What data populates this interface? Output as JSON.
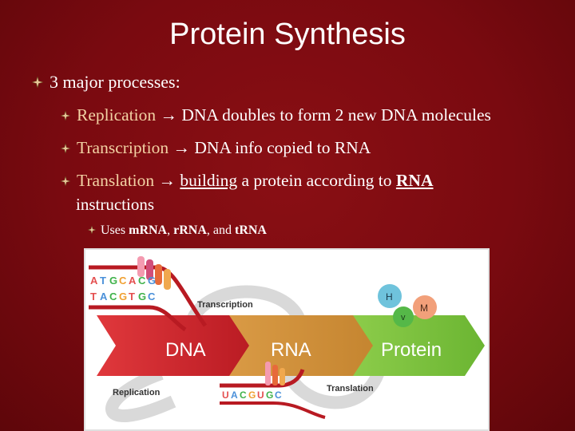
{
  "title": "Protein Synthesis",
  "main_bullet": "3 major processes:",
  "sub_bullets": [
    {
      "term": "Replication",
      "arrow": "→",
      "desc": "DNA doubles to form 2 new DNA molecules"
    },
    {
      "term": "Transcription",
      "arrow": "→",
      "desc": "DNA info copied to RNA"
    },
    {
      "term": "Translation",
      "arrow": "→",
      "desc_underlined": "building",
      "desc_mid": " a protein according to ",
      "desc_bold": "RNA",
      "desc_cont": "instructions"
    }
  ],
  "tertiary": {
    "prefix": "Uses ",
    "items": [
      "mRNA",
      "rRNA",
      "tRNA"
    ],
    "sep1": ", ",
    "sep2": ", and "
  },
  "diagram": {
    "stage_labels": [
      "DNA",
      "RNA",
      "Protein"
    ],
    "process_labels": {
      "transcription": "Transcription",
      "replication": "Replication",
      "translation": "Translation"
    },
    "dna_top": [
      "A",
      "T",
      "G",
      "C",
      "A",
      "C",
      "G"
    ],
    "dna_bottom": [
      "T",
      "A",
      "C",
      "G",
      "T",
      "G",
      "C"
    ],
    "rna_bases": [
      "U",
      "A",
      "C",
      "G",
      "U",
      "G",
      "C"
    ],
    "protein_circles": [
      "H",
      "v",
      "M"
    ],
    "colors": {
      "dna_arrow": "#c8232a",
      "rna_arrow": "#c98a35",
      "protein_arrow": "#7bbf3a",
      "circle_h": "#6fc3dc",
      "circle_v": "#55b848",
      "circle_m": "#f2a07a"
    }
  }
}
